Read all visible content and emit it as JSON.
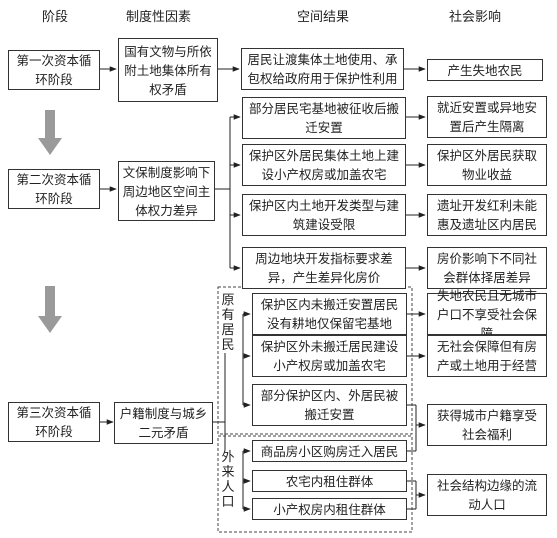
{
  "headers": [
    "阶段",
    "制度性因素",
    "空间结果",
    "社会影响"
  ],
  "stages": [
    {
      "label": "第一次资本循环阶段"
    },
    {
      "label": "第二次资本循环阶段"
    },
    {
      "label": "第三次资本循环阶段"
    }
  ],
  "factors": [
    {
      "label": "国有文物与所依附土地集体所有权矛盾"
    },
    {
      "label": "文保制度影响下周边地区空间主体权力差异"
    },
    {
      "label": "户籍制度与城乡二元矛盾"
    }
  ],
  "results": [
    {
      "label": "居民让渡集体土地使用、承包权给政府用于保护性利用"
    },
    {
      "label": "部分居民宅基地被征收后搬迁安置"
    },
    {
      "label": "保护区外居民集体土地上建设小产权房或加盖农宅"
    },
    {
      "label": "保护区内土地开发类型与建筑建设受限"
    },
    {
      "label": "周边地块开发指标要求差异，产生差异化房价"
    },
    {
      "label": "保护区内未搬迁安置居民没有耕地仅保留宅基地"
    },
    {
      "label": "保护区外未搬迁居民建设小产权房或加盖农宅"
    },
    {
      "label": "部分保护区内、外居民被搬迁安置"
    },
    {
      "label": "商品房小区购房迁入居民"
    },
    {
      "label": "农宅内租住群体"
    },
    {
      "label": "小产权房内租住群体"
    }
  ],
  "impacts": [
    {
      "label": "产生失地农民"
    },
    {
      "label": "就近安置或异地安置后产生隔离"
    },
    {
      "label": "保护区外居民获取物业收益"
    },
    {
      "label": "遗址开发红利未能惠及遗址区内居民"
    },
    {
      "label": "房价影响下不同社会群体择居差异"
    },
    {
      "label": "失地农民且无城市户口不享受社会保障"
    },
    {
      "label": "无社会保障但有房产或土地用于经营"
    },
    {
      "label": "获得城市户籍享受社会福利"
    },
    {
      "label": "社会结构边缘的流动人口"
    }
  ],
  "groups": {
    "original": "原有居民",
    "incoming": "外来人口"
  }
}
